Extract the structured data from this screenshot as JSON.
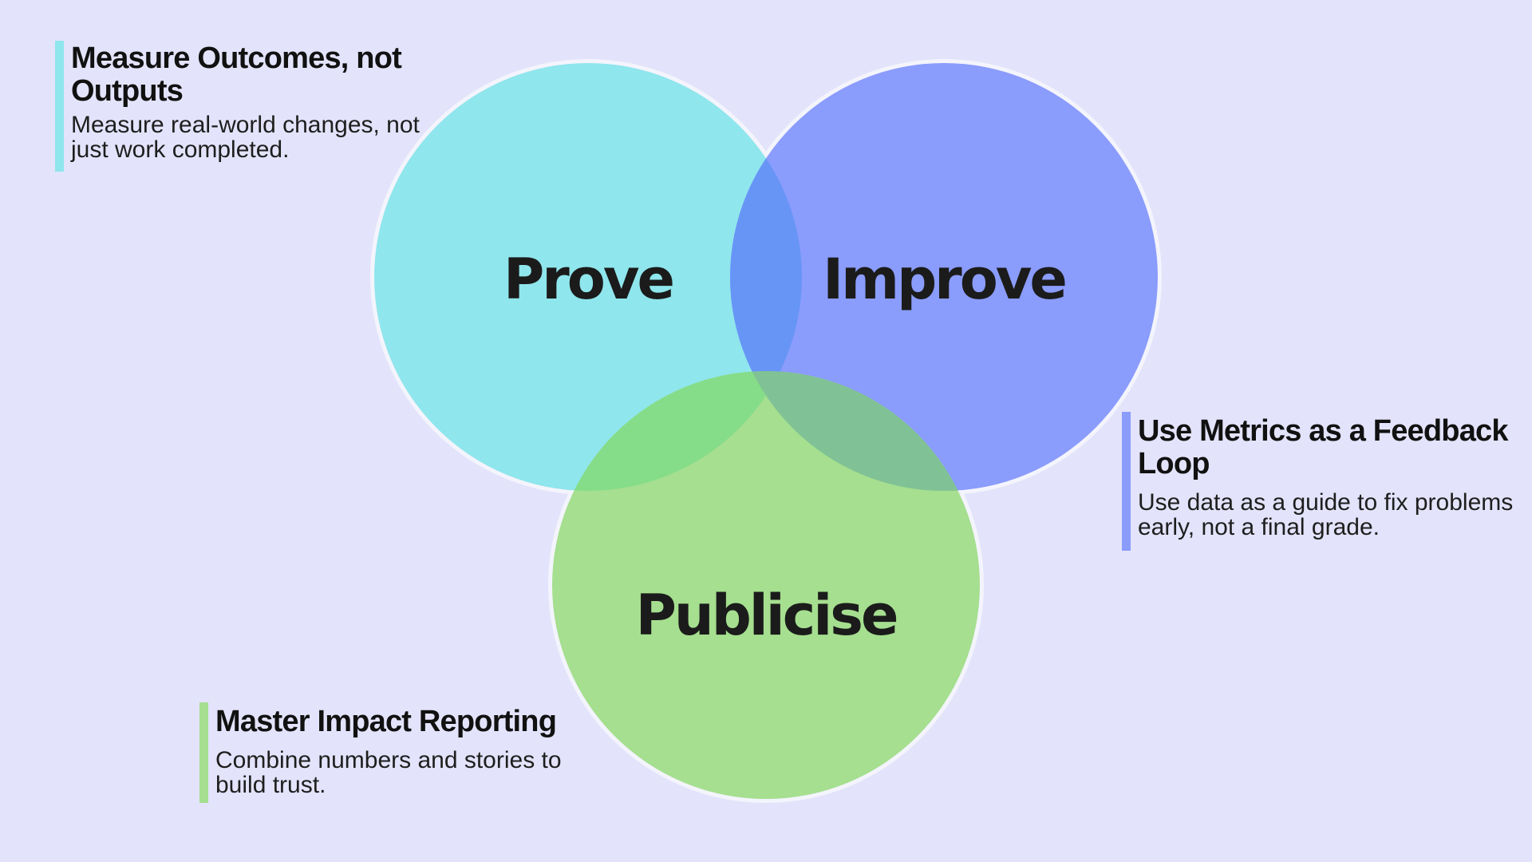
{
  "background_color": "#e3e3fb",
  "circles": [
    {
      "id": "prove",
      "label": "Prove",
      "color": "#8fe6ec"
    },
    {
      "id": "improve",
      "label": "Improve",
      "color": "#8a9cfc"
    },
    {
      "id": "publicise",
      "label": "Publicise",
      "color": "#a5df8f"
    }
  ],
  "overlap_colors": {
    "prove_improve": "#6795f6",
    "prove_publicise": "#86dd89",
    "improve_publicise": "#80c295"
  },
  "callouts": {
    "prove": {
      "title": "Measure Outcomes, not Outputs",
      "description": "Measure real-world changes, not just work completed.",
      "bar_color": "#8fe6ec"
    },
    "improve": {
      "title": "Use Metrics as a Feedback Loop",
      "description": "Use data as a guide to fix problems early, not a final grade.",
      "bar_color": "#8a9cfc"
    },
    "publicise": {
      "title": "Master Impact Reporting",
      "description": "Combine numbers and stories to build trust.",
      "bar_color": "#a5df8f"
    }
  }
}
